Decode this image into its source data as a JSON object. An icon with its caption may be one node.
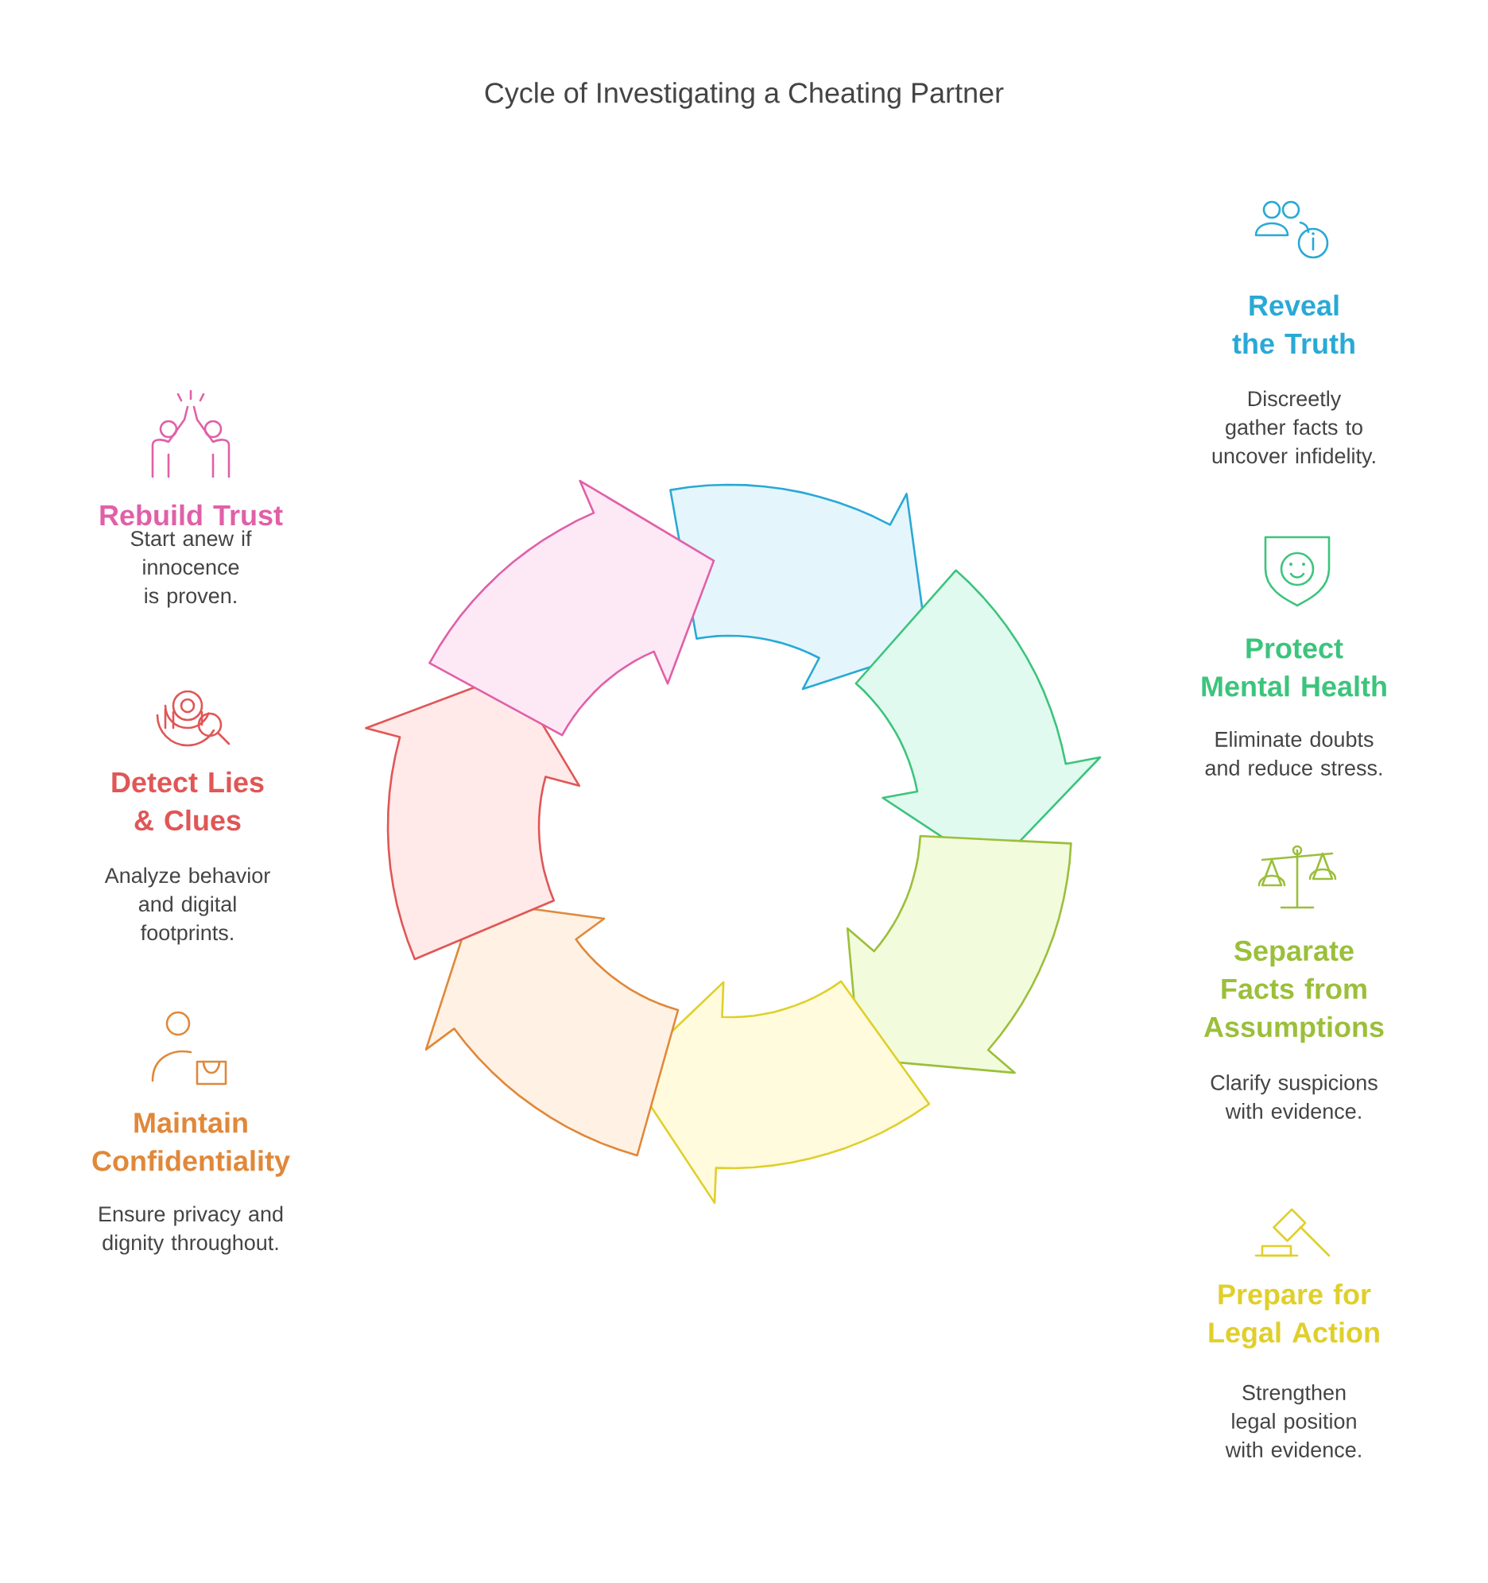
{
  "diagram": {
    "title": "Cycle of Investigating a Cheating Partner",
    "labels": [
      "Reveal the Truth",
      "Discreetly gather facts to uncover infidelity.",
      "Protect Mental Health",
      "Eliminate doubts and reduce stress.",
      "Separate Facts from Assumptions",
      "Clarify suspicions with evidence.",
      "Prepare for Legal Action",
      "Strengthen legal position with evidence.",
      "Rebuild Trust",
      "Start anew if innocence is proven.",
      "Detect Lies & Clues",
      "Analyze behavior and digital footprints.",
      "Maintain Confidentiality",
      "Ensure privacy and dignity throughout."
    ]
  }
}
